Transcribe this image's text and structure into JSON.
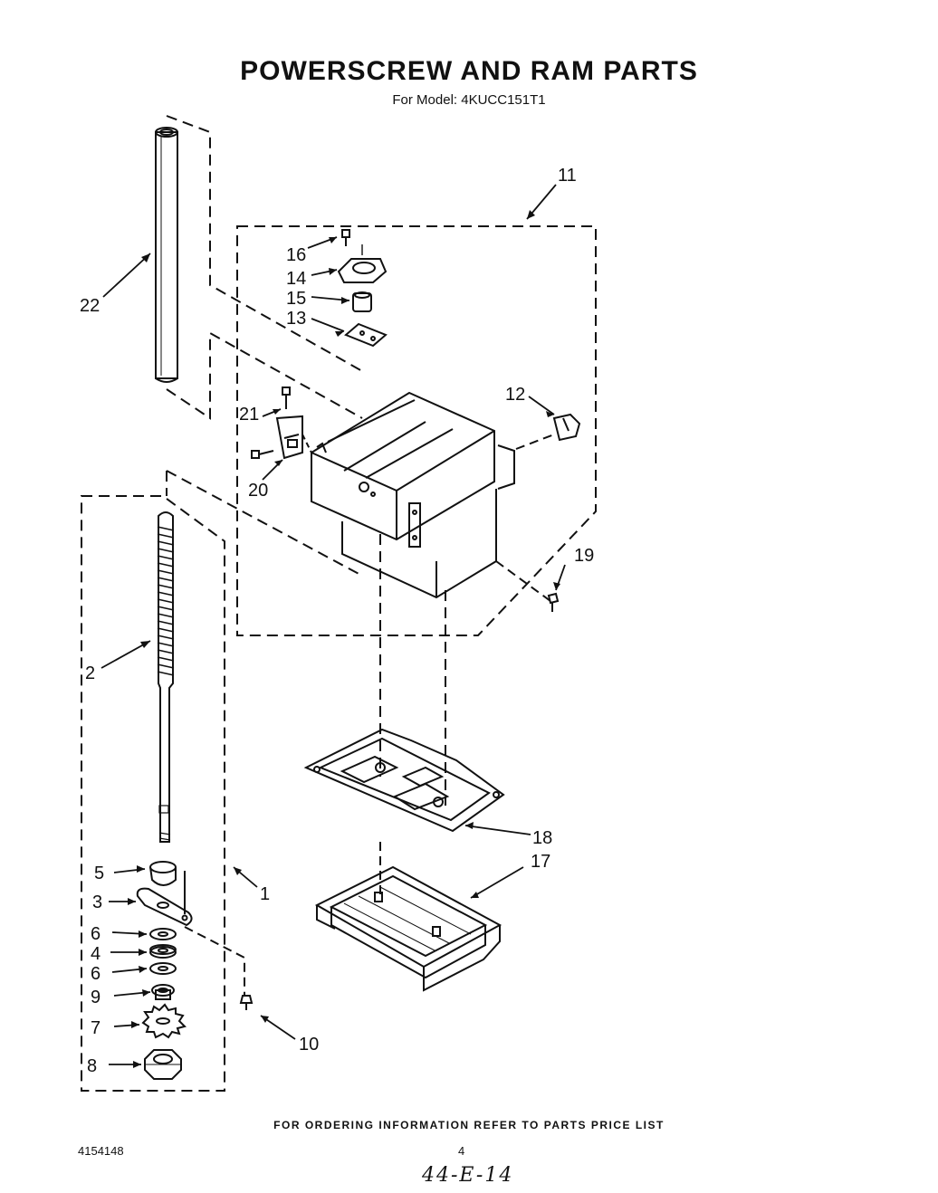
{
  "header": {
    "title": "POWERSCREW AND RAM PARTS",
    "model_line": "For Model: 4KUCC151T1"
  },
  "callouts": {
    "c1": "1",
    "c2": "2",
    "c3": "3",
    "c4": "4",
    "c5": "5",
    "c6a": "6",
    "c6b": "6",
    "c7": "7",
    "c8": "8",
    "c9": "9",
    "c10": "10",
    "c11": "11",
    "c12": "12",
    "c13": "13",
    "c14": "14",
    "c15": "15",
    "c16": "16",
    "c17": "17",
    "c18": "18",
    "c19": "19",
    "c20": "20",
    "c21": "21",
    "c22": "22"
  },
  "footer": {
    "ordering_note": "FOR ORDERING INFORMATION REFER TO PARTS PRICE LIST",
    "doc_number": "4154148",
    "page_number": "4",
    "handwritten_note": "44-E-14"
  }
}
